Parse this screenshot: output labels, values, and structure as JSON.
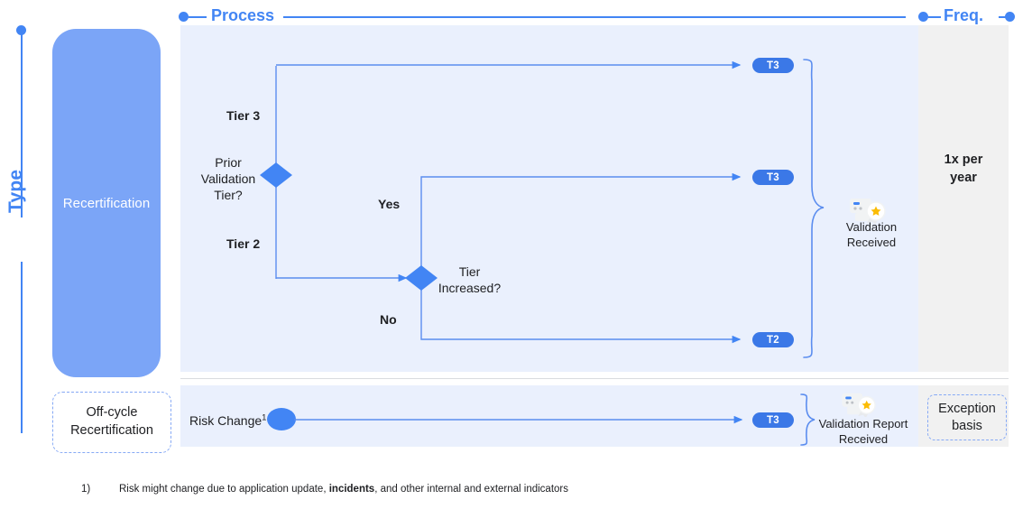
{
  "axes": {
    "vertical_label": "Type",
    "process_label": "Process",
    "freq_label": "Freq."
  },
  "type_column": {
    "recertification_label": "Recertification",
    "offcycle_label": "Off-cycle\nRecertification",
    "offcycle_line1": "Off-cycle",
    "offcycle_line2": "Recertification"
  },
  "freq_column": {
    "top_line1": "1x per",
    "top_line2": "year",
    "exception_line1": "Exception",
    "exception_line2": "basis"
  },
  "process": {
    "decision1_line1": "Prior",
    "decision1_line2": "Validation",
    "decision1_line3": "Tier?",
    "branch_tier3": "Tier 3",
    "branch_tier2": "Tier 2",
    "decision2_line1": "Tier",
    "decision2_line2": "Increased?",
    "branch_yes": "Yes",
    "branch_no": "No",
    "badge_top": "T3",
    "badge_mid": "T3",
    "badge_bottom": "T2",
    "outcome_top_line1": "Validation",
    "outcome_top_line2": "Received",
    "start_node_label": "Risk Change",
    "start_node_superscript": "1",
    "badge_offcycle": "T3",
    "outcome_bottom_line1": "Validation Report",
    "outcome_bottom_line2": "Received"
  },
  "footnote": {
    "marker": "1)",
    "text_before": "Risk might change due to application update, ",
    "text_bold": "incidents",
    "text_after": ", and other internal and external indicators"
  },
  "colors": {
    "accent_blue": "#4285f4",
    "badge_blue": "#3b78e7",
    "card_blue": "#7ba5f7",
    "panel_blue": "#eaf0fd",
    "panel_gray": "#f1f1f1",
    "line_blue": "#5b8def"
  }
}
